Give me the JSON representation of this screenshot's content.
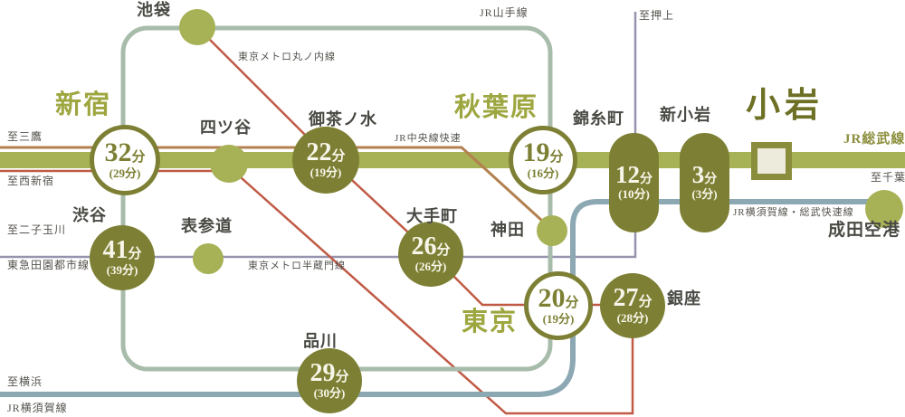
{
  "units": {
    "minutes": "分"
  },
  "colors": {
    "sobu_band": "#a7b155",
    "dark_olive": "#7d8034",
    "light_olive_dot": "#a7b155",
    "yamanote_teal": "#a8bcab",
    "yokosuka_steel": "#8ba8b3",
    "hanzomon_purple": "#9693ae",
    "marunouchi_red": "#c05a45",
    "chuo_orange": "#b3804f",
    "big_name_olive": "#9ea63f",
    "home_name_olive": "#6e7026"
  },
  "lines": {
    "sobu": "JR総武線",
    "yamanote": "JR山手線",
    "chuo_rapid": "JR中央線快速",
    "marunouchi": "東京メトロ丸ノ内線",
    "hanzomon": "東京メトロ半蔵門線",
    "denentoshi": "東急田園都市線",
    "yokosuka_sobu_rapid": "JR横須賀線・総武快速線",
    "yokosuka": "JR横須賀線"
  },
  "endpoints": {
    "mitaka": "至三鷹",
    "nishi_shinjuku": "至西新宿",
    "futako_tamagawa": "至二子玉川",
    "yokohama": "至横浜",
    "oshiage": "至押上",
    "chiba": "至千葉"
  },
  "stations": {
    "ikebukuro": {
      "name": "池袋"
    },
    "shinjuku": {
      "name": "新宿",
      "time": "32",
      "time_alt": "(29分)"
    },
    "yotsuya": {
      "name": "四ツ谷"
    },
    "ochanomizu": {
      "name": "御茶ノ水",
      "time": "22",
      "time_alt": "(19分)"
    },
    "akihabara": {
      "name": "秋葉原",
      "time": "19",
      "time_alt": "(16分)"
    },
    "kanda": {
      "name": "神田"
    },
    "kinshicho": {
      "name": "錦糸町",
      "time": "12",
      "time_alt": "(10分)"
    },
    "shinkoiwa": {
      "name": "新小岩",
      "time": "3",
      "time_alt": "(3分)"
    },
    "koiwa": {
      "name": "小岩"
    },
    "shibuya": {
      "name": "渋谷",
      "time": "41",
      "time_alt": "(39分)"
    },
    "omotesando": {
      "name": "表参道"
    },
    "otemachi": {
      "name": "大手町",
      "time": "26",
      "time_alt": "(26分)"
    },
    "tokyo": {
      "name": "東京",
      "time": "20",
      "time_alt": "(19分)"
    },
    "ginza": {
      "name": "銀座",
      "time": "27",
      "time_alt": "(28分)"
    },
    "shinagawa": {
      "name": "品川",
      "time": "29",
      "time_alt": "(30分)"
    },
    "narita_airport": {
      "name": "成田空港"
    }
  }
}
